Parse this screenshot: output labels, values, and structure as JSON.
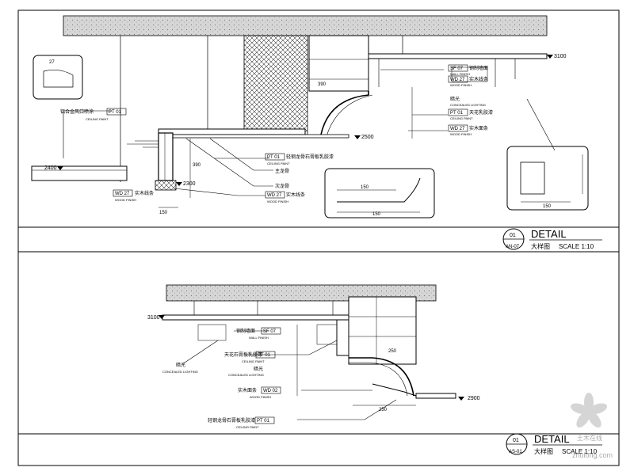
{
  "sheet": {
    "line_color": "#000000",
    "background": "#ffffff"
  },
  "upper_detail": {
    "ref": "01",
    "sheet_ref": "AN-07",
    "title": "DETAIL",
    "subtitle": "大样图",
    "scale": "SCALE 1:10",
    "levels": {
      "left": "2400",
      "mid": "2300",
      "right_low": "2500",
      "right_top": "3100"
    },
    "dims": [
      "390",
      "150",
      "390",
      "150",
      "150",
      "150",
      "27"
    ],
    "callouts": {
      "ceiling_left": {
        "zh": "铝合金风口喷涂",
        "code": "PT 01",
        "en": "CEILING PAINT"
      },
      "ceiling_mid": {
        "zh": "轻钢龙骨石膏板乳胶漆",
        "code": "PT 01",
        "en": "CEILING PAINT"
      },
      "main_joist": "主龙骨",
      "sub_joist": "次龙骨",
      "wood_left": {
        "code": "WD 27",
        "zh": "实木线条",
        "en": "WOOD FINISH"
      },
      "wood_mid": {
        "code": "WD 27",
        "zh": "实木线条",
        "en": "WOOD FINISH"
      },
      "wall_finish": {
        "code": "SF 07",
        "zh": "钢制墙面",
        "en": "WALL FINISH"
      },
      "wood_top": {
        "code": "WD 27",
        "zh": "实木线条",
        "en": "WOOD FINISH"
      },
      "hidden_light": {
        "zh": "暗光",
        "en": "CONCEALED LIGHTING"
      },
      "ceiling_right": {
        "code": "PT 01",
        "zh": "天花乳胶漆",
        "en": "CEILING PAINT"
      },
      "wood_right": {
        "code": "WD 27",
        "zh": "实木面条",
        "en": "WOOD FINISH"
      }
    }
  },
  "lower_detail": {
    "ref": "01",
    "sheet_ref": "AS-01",
    "title": "DETAIL",
    "subtitle": "大样图",
    "scale": "SCALE 1:10",
    "levels": {
      "left_top": "3100",
      "right_low": "2900"
    },
    "dims": [
      "250",
      "250"
    ],
    "callouts": {
      "wall_finish": {
        "zh": "钢制墙面",
        "code": "SF 07",
        "en": "WALL FINISH"
      },
      "ceiling_paint": {
        "zh": "天花石膏板乳胶漆",
        "code": "PT 01",
        "en": "CEILING PAINT"
      },
      "hidden_light_left": {
        "zh": "暗光",
        "en": "CONCEALED LIGHTING"
      },
      "hidden_light_mid": {
        "zh": "暗光",
        "en": "CONCEALED LIGHTING"
      },
      "wood_finish": {
        "zh": "实木面条",
        "code": "WD 02",
        "en": "WOOD FINISH"
      },
      "ceiling_bottom": {
        "zh": "轻钢龙骨石膏板乳胶漆",
        "code": "PT 01",
        "en": "CEILING PAINT"
      }
    }
  },
  "watermark": {
    "site": "zhulong.com",
    "caption": "土木在线"
  }
}
